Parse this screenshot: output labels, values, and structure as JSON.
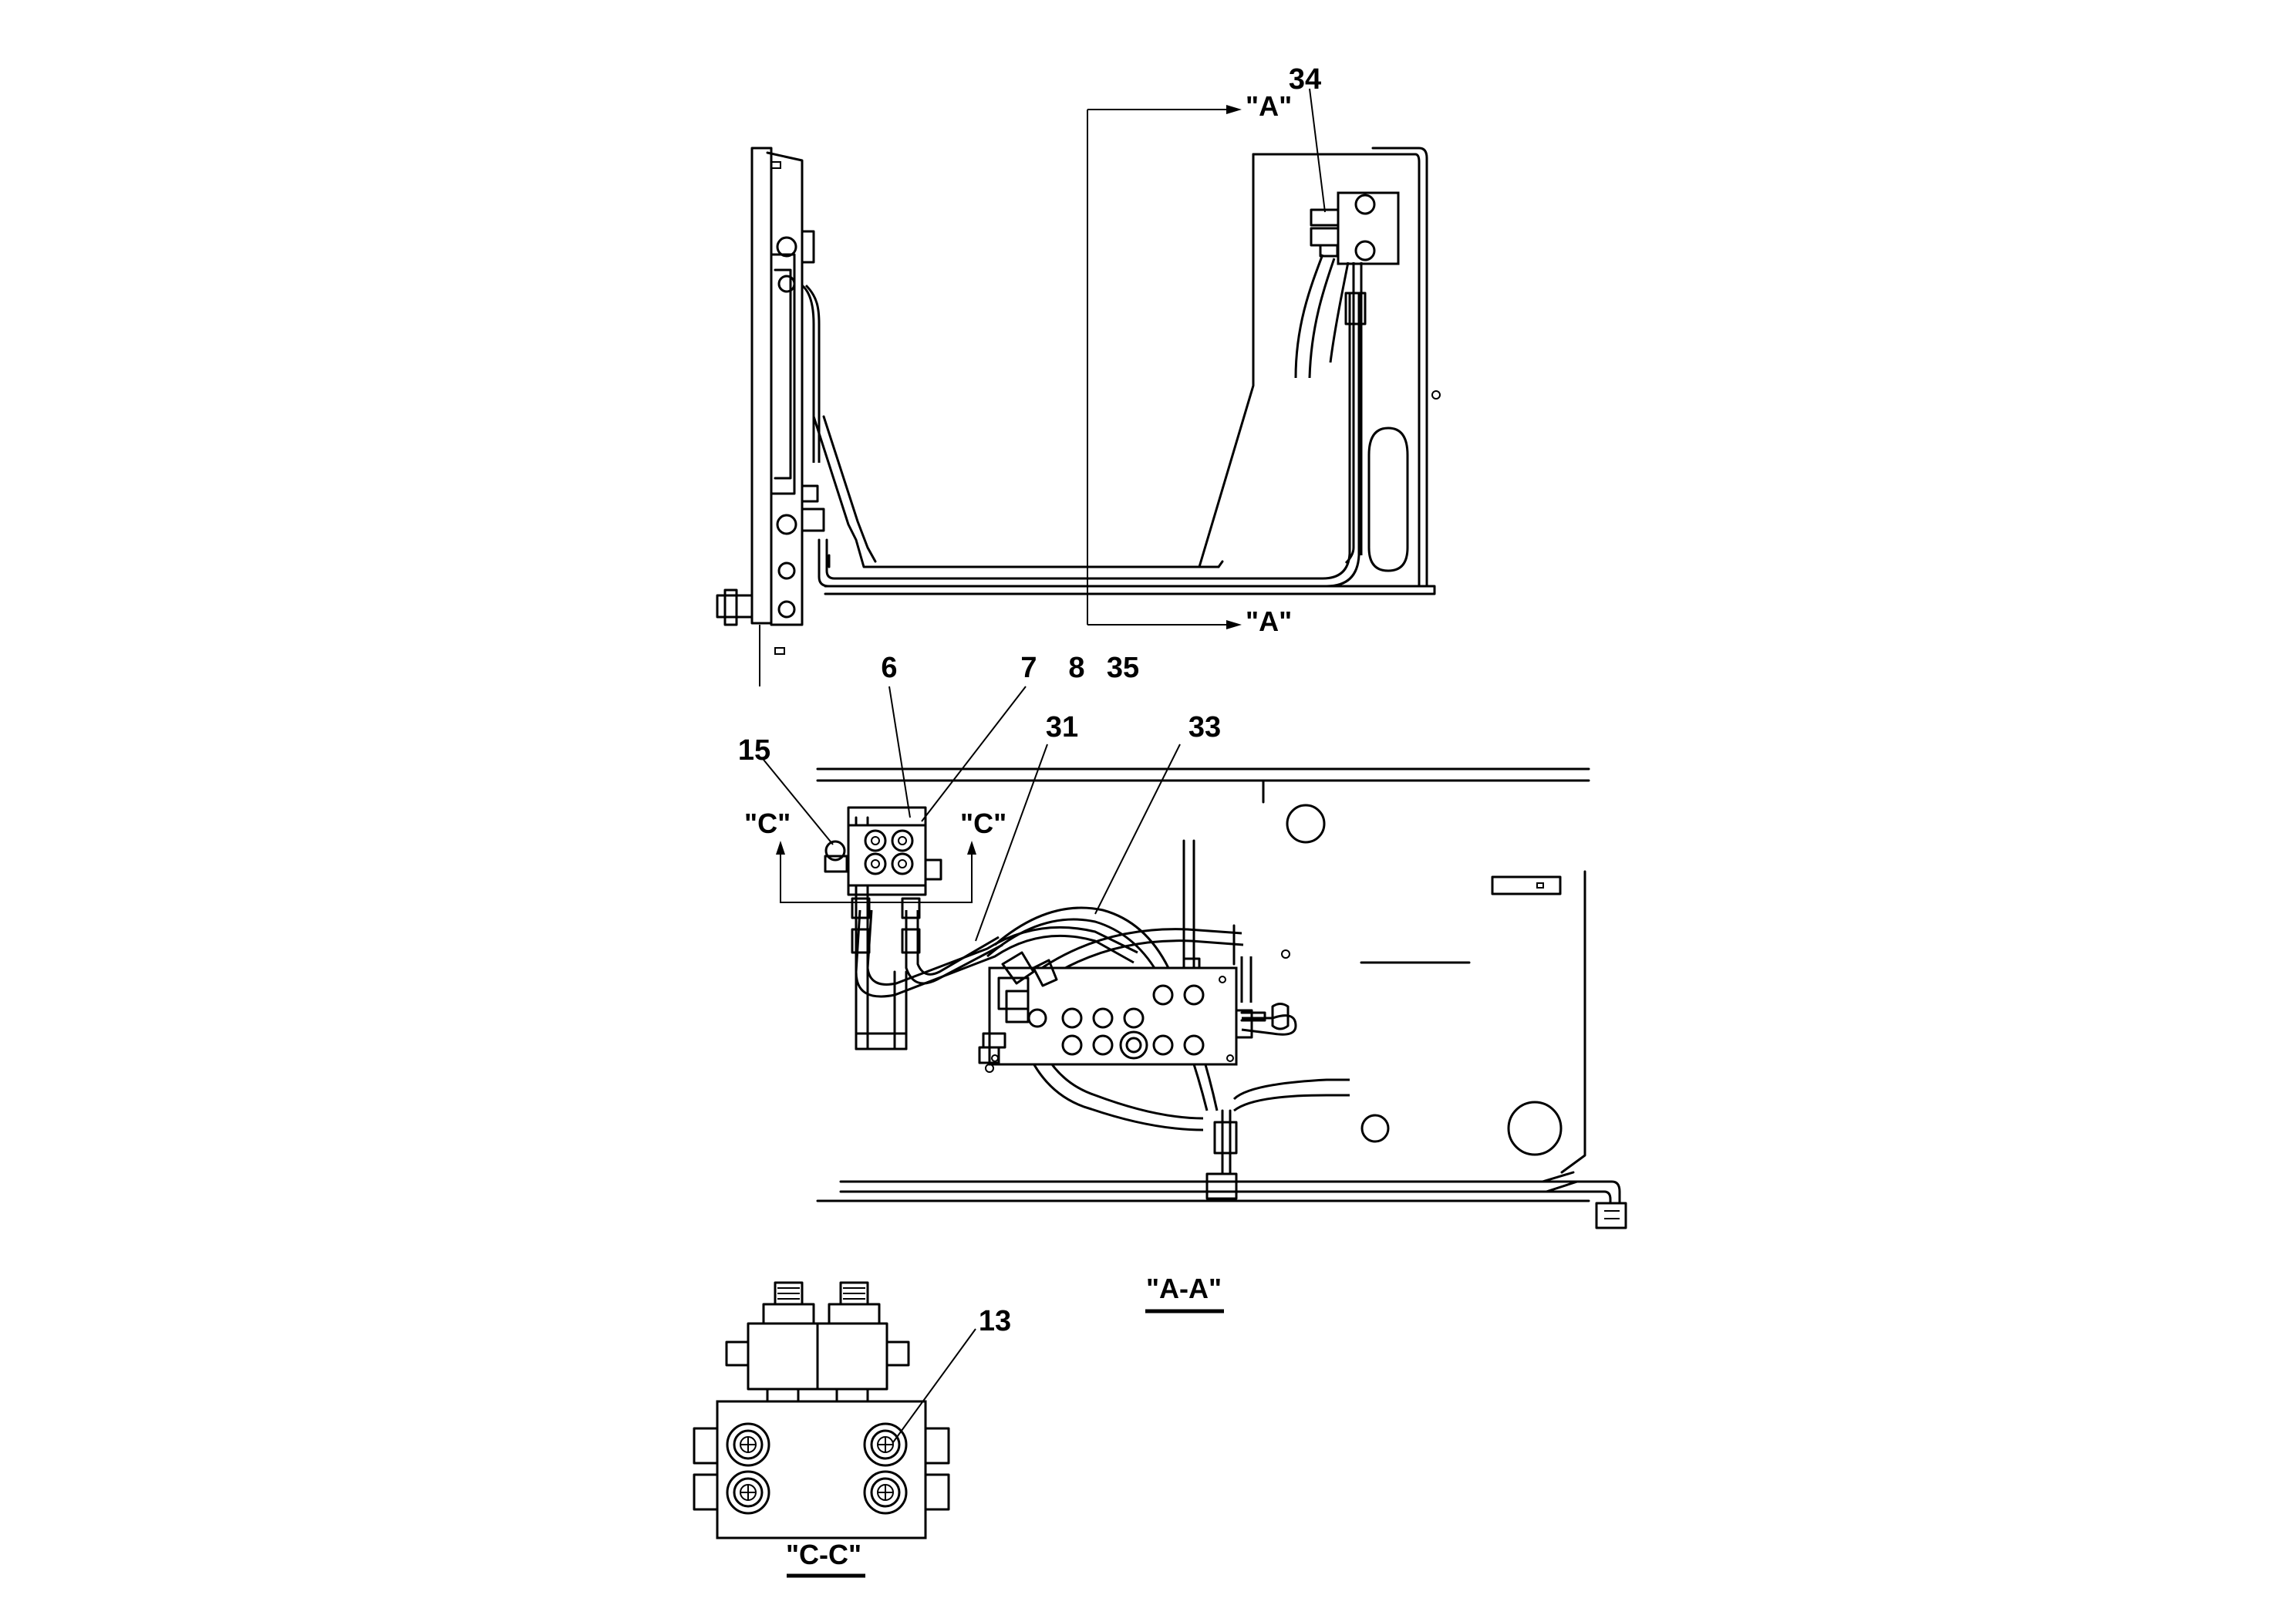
{
  "callouts": {
    "c34": "34",
    "c6": "6",
    "c7": "7",
    "c8": "8",
    "c35": "35",
    "c31": "31",
    "c33": "33",
    "c15": "15",
    "c13": "13"
  },
  "section_marks": {
    "a_top": "\"A\"",
    "a_bottom": "\"A\"",
    "c_left": "\"C\"",
    "c_right": "\"C\""
  },
  "view_titles": {
    "aa": "\"A-A\"",
    "cc": "\"C-C\""
  }
}
